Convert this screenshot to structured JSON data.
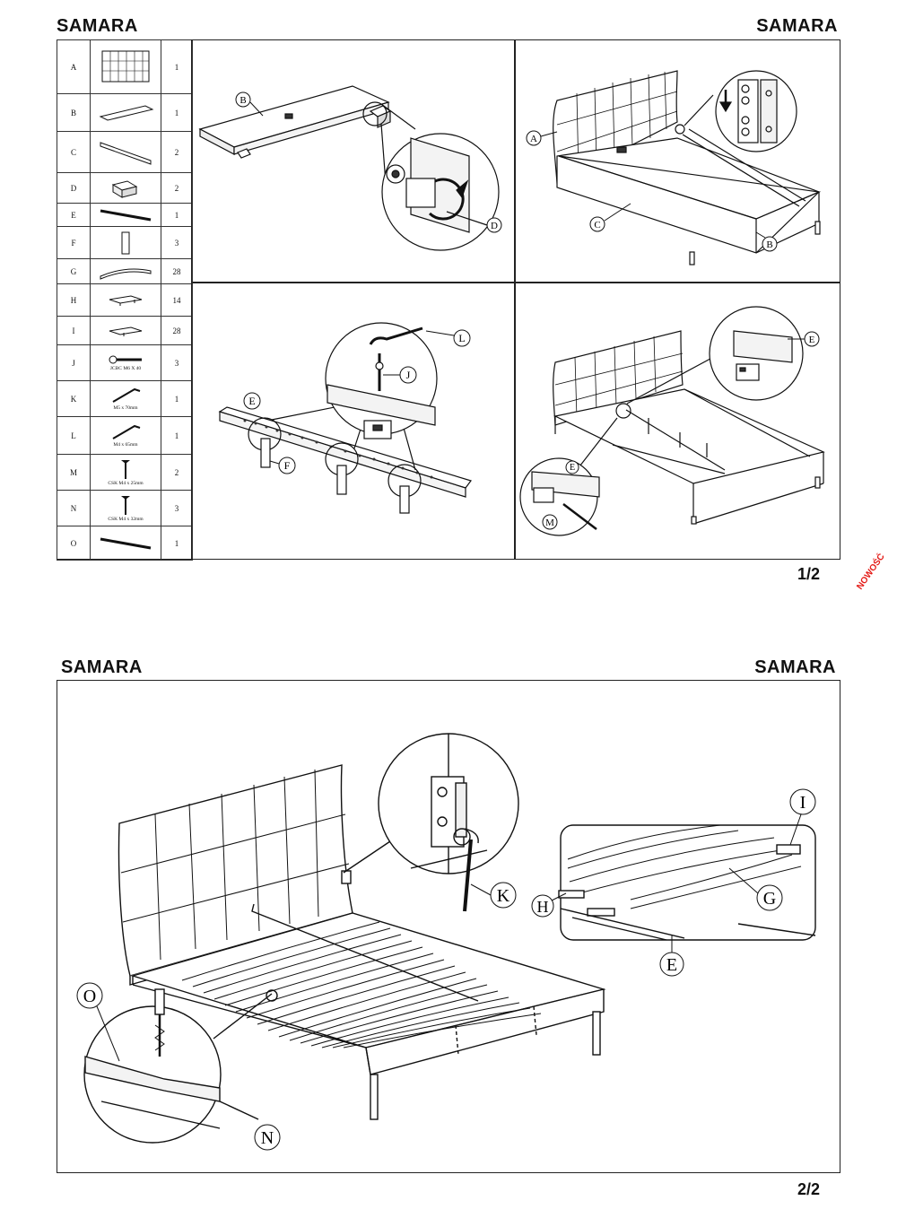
{
  "page1": {
    "title_left": "SAMARA",
    "title_right": "SAMARA",
    "page_number": "1/2",
    "parts": [
      {
        "letter": "A",
        "qty": "1",
        "icon": "headboard-icon",
        "spec": ""
      },
      {
        "letter": "B",
        "qty": "1",
        "icon": "footboard-rail-icon",
        "spec": ""
      },
      {
        "letter": "C",
        "qty": "2",
        "icon": "side-rail-icon",
        "spec": ""
      },
      {
        "letter": "D",
        "qty": "2",
        "icon": "block-foot-icon",
        "spec": ""
      },
      {
        "letter": "E",
        "qty": "1",
        "icon": "center-beam-icon",
        "spec": ""
      },
      {
        "letter": "F",
        "qty": "3",
        "icon": "leg-icon",
        "spec": ""
      },
      {
        "letter": "G",
        "qty": "28",
        "icon": "slat-icon",
        "spec": ""
      },
      {
        "letter": "H",
        "qty": "14",
        "icon": "slat-holder-icon",
        "spec": ""
      },
      {
        "letter": "I",
        "qty": "28",
        "icon": "slat-cap-icon",
        "spec": ""
      },
      {
        "letter": "J",
        "qty": "3",
        "icon": "bolt-icon",
        "spec": "JCBC M6 X 40"
      },
      {
        "letter": "K",
        "qty": "1",
        "icon": "allen-key-icon",
        "spec": "M5 x 70mm"
      },
      {
        "letter": "L",
        "qty": "1",
        "icon": "allen-key-icon",
        "spec": "M4 x 65mm"
      },
      {
        "letter": "M",
        "qty": "2",
        "icon": "screw-icon",
        "spec": "CSK M4 x 25mm"
      },
      {
        "letter": "N",
        "qty": "3",
        "icon": "screw-icon",
        "spec": "CSK M4 x 32mm"
      },
      {
        "letter": "O",
        "qty": "1",
        "icon": "rail-strip-icon",
        "spec": ""
      }
    ],
    "step1_labels": {
      "b": "B",
      "d": "D"
    },
    "step2_labels": {
      "a": "A",
      "b": "B",
      "c": "C"
    },
    "step3_labels": {
      "e": "E",
      "f": "F",
      "j": "J",
      "l": "L"
    },
    "step4_labels": {
      "e": "E",
      "e2": "E",
      "m": "M"
    }
  },
  "page2": {
    "title_left": "SAMARA",
    "title_right": "SAMARA",
    "page_number": "2/2",
    "labels": {
      "o": "O",
      "n": "N",
      "k": "K",
      "i": "I",
      "h": "H",
      "g": "G",
      "e": "E"
    }
  },
  "badge": "NOWOŚĆ"
}
